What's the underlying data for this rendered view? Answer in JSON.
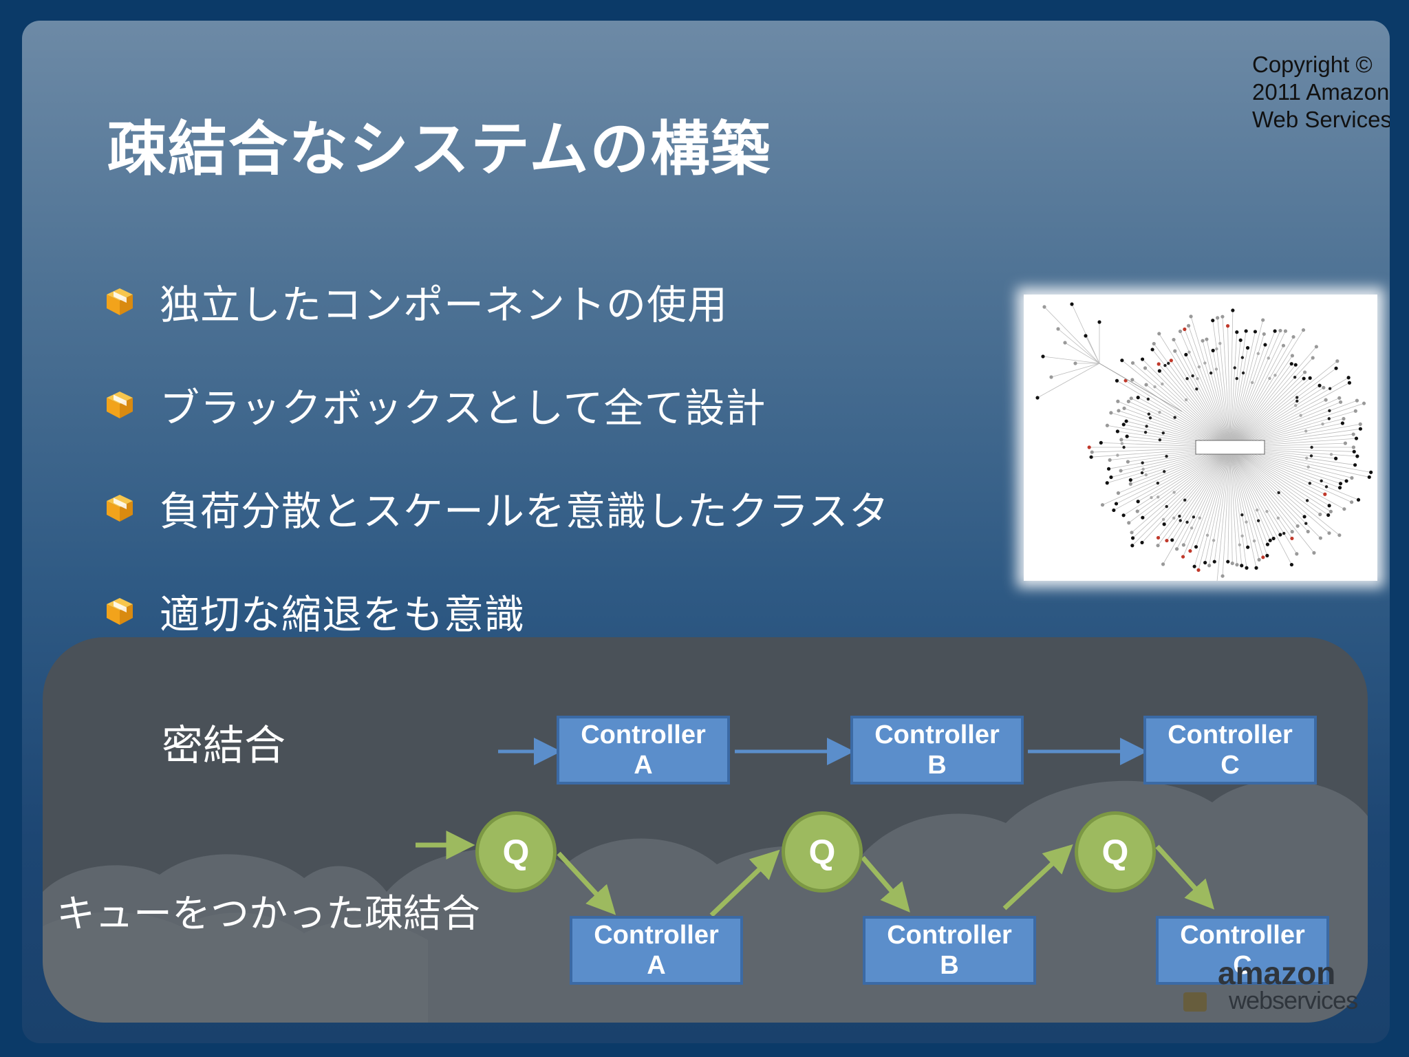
{
  "copyright": {
    "line1": "Copyright ©",
    "line2": "2011 Amazon",
    "line3": "Web Services"
  },
  "title": "疎結合なシステムの構築",
  "bullets": [
    {
      "icon": "cube-icon",
      "text": "独立したコンポーネントの使用"
    },
    {
      "icon": "cube-icon",
      "text": "ブラックボックスとして全て設計"
    },
    {
      "icon": "cube-icon",
      "text": "負荷分散とスケールを意識したクラスタ"
    },
    {
      "icon": "cube-icon",
      "text": "適切な縮退をも意識"
    }
  ],
  "diagram": {
    "tight_label": "密結合",
    "loose_label": "キューをつかった疎結合",
    "tight_controllers": [
      {
        "line1": "Controller",
        "line2": "A"
      },
      {
        "line1": "Controller",
        "line2": "B"
      },
      {
        "line1": "Controller",
        "line2": "C"
      }
    ],
    "queue_label": "Q",
    "loose_controllers": [
      {
        "line1": "Controller",
        "line2": "A"
      },
      {
        "line1": "Controller",
        "line2": "B"
      },
      {
        "line1": "Controller",
        "line2": "C"
      }
    ]
  },
  "logo": {
    "brand": "amazon",
    "sub": "webservices"
  },
  "colors": {
    "controller_fill": "#5b8ecb",
    "queue_fill": "#9dba5f",
    "tight_arrow": "#5b8ecb",
    "loose_arrow": "#9dba5f",
    "bullet_icon": "#f2a31b"
  }
}
